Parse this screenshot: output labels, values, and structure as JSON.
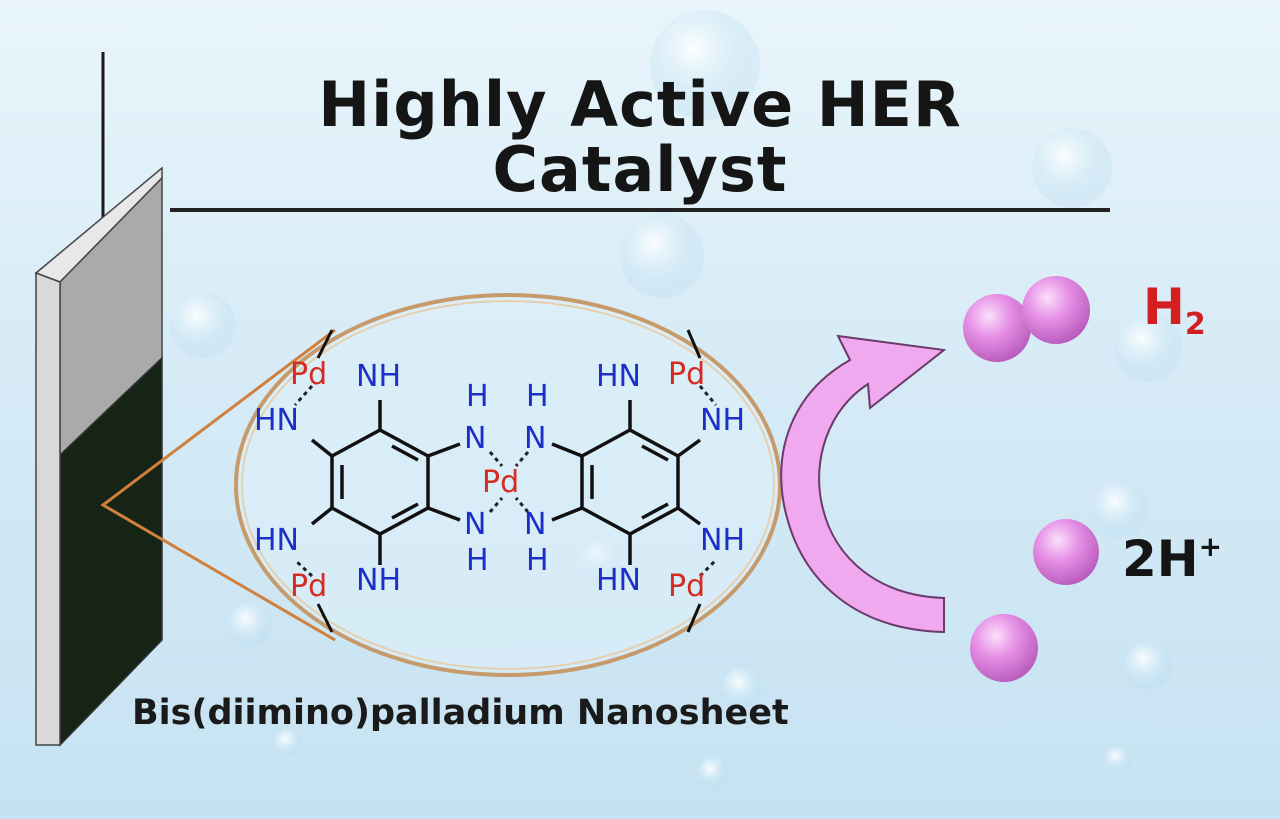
{
  "title": "Highly Active HER Catalyst",
  "caption": "Bis(diimino)palladium Nanosheet",
  "products": {
    "h2_main": "H",
    "h2_sub": "2",
    "protons_main": "2H",
    "protons_sup": "+"
  },
  "atom_labels": {
    "pd": "Pd",
    "nh": "NH",
    "hn": "HN",
    "n": "N",
    "h": "H"
  },
  "colors": {
    "background": "#d6ebf6",
    "electrode_light": "#bdbdbd",
    "electrode_dark": "#152415",
    "pd_red": "#d42c22",
    "nitrogen_blue": "#1d2fc9",
    "particle_pink": "#e48ae4",
    "arrow_pink": "#f0a8ee",
    "lens_outline": "#c79a6b"
  }
}
